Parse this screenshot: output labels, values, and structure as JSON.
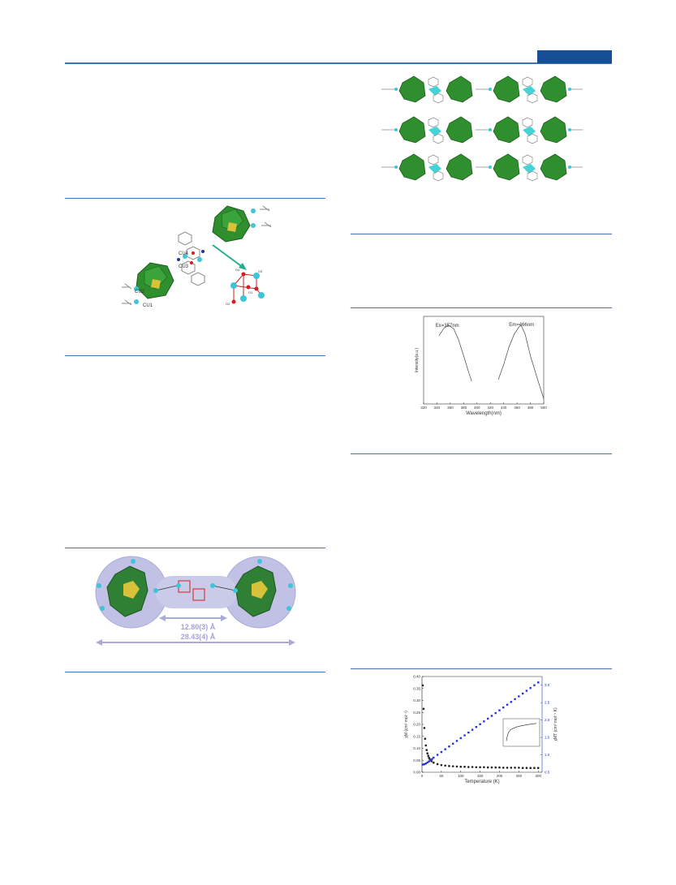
{
  "page": {
    "header_tab_color": "#174f97",
    "rule_color": "#3f73b8"
  },
  "fig1": {
    "labels": {
      "cu1": "CU1",
      "cu2": "CU2",
      "cu3": "CU3",
      "cu4": "CU4",
      "o1": "O1",
      "o2": "O2",
      "o3": "O3",
      "o4": "O4"
    },
    "colors": {
      "polyhedra": "#2f8f2f",
      "core": "#d8c23a",
      "cu": "#3cc6d8",
      "o": "#d02020",
      "arrow": "#20b090"
    }
  },
  "fig2": {
    "colors": {
      "polyhedra": "#2f8f2f",
      "bridge": "#44d4d8",
      "ligand": "#8a8a8a"
    }
  },
  "fig3": {
    "colors": {
      "ellipsoid": "#a9aad9",
      "polyhedra": "#2f7f35",
      "cu": "#3cc6d8"
    },
    "inner_distance": "12.80(3) Å",
    "outer_distance": "28.43(4) Å"
  },
  "luminescence_chart": {
    "chart_data": {
      "type": "line",
      "xlabel": "Wavelength(nm)",
      "ylabel": "Intensity(a.u.)",
      "xlim": [
        320,
        500
      ],
      "x_ticks": [
        "320",
        "340",
        "360",
        "380",
        "400",
        "420",
        "440",
        "460",
        "480",
        "500"
      ],
      "annotations": [
        "Ex=357nm",
        "Em=466nm"
      ],
      "series": [
        {
          "x": [
            343,
            350,
            357,
            365,
            372,
            380,
            388,
            392
          ],
          "y": [
            0.78,
            0.86,
            0.9,
            0.86,
            0.74,
            0.55,
            0.35,
            0.26
          ]
        },
        {
          "x": [
            432,
            440,
            448,
            456,
            463,
            466,
            472,
            480,
            490,
            500
          ],
          "y": [
            0.28,
            0.45,
            0.65,
            0.8,
            0.88,
            0.9,
            0.8,
            0.55,
            0.3,
            0.06
          ]
        }
      ]
    }
  },
  "magnetic_chart": {
    "chart_data": {
      "type": "scatter",
      "xlabel": "Temperature (K)",
      "ylabel_left": "χM (cm³ mol⁻¹)",
      "ylabel_right": "χMT (cm³ mol⁻¹ K)",
      "xlim": [
        0,
        310
      ],
      "ylim_left": [
        0.0,
        0.4
      ],
      "ylim_right": [
        0.5,
        3.25
      ],
      "x_ticks": [
        "0",
        "50",
        "100",
        "150",
        "200",
        "250",
        "300"
      ],
      "y_left_ticks": [
        "0.00",
        "0.05",
        "0.10",
        "0.15",
        "0.20",
        "0.25",
        "0.30",
        "0.35",
        "0.40"
      ],
      "y_right_ticks": [
        "0.5",
        "1.0",
        "1.5",
        "2.0",
        "2.5",
        "3.0"
      ],
      "series": [
        {
          "name": "χM",
          "color": "#222222",
          "x": [
            2,
            4,
            6,
            8,
            10,
            12,
            14,
            16,
            18,
            20,
            25,
            30,
            40,
            50,
            60,
            70,
            80,
            90,
            100,
            110,
            120,
            130,
            140,
            150,
            160,
            170,
            180,
            190,
            200,
            210,
            220,
            230,
            240,
            250,
            260,
            270,
            280,
            290,
            300
          ],
          "y": [
            0.363,
            0.265,
            0.185,
            0.14,
            0.112,
            0.093,
            0.079,
            0.069,
            0.061,
            0.055,
            0.046,
            0.04,
            0.034,
            0.03,
            0.028,
            0.026,
            0.025,
            0.024,
            0.023,
            0.023,
            0.022,
            0.022,
            0.021,
            0.021,
            0.021,
            0.02,
            0.02,
            0.02,
            0.02,
            0.019,
            0.019,
            0.019,
            0.019,
            0.019,
            0.018,
            0.018,
            0.018,
            0.018,
            0.018
          ]
        },
        {
          "name": "χMT",
          "color": "#2233dd",
          "x": [
            2,
            6,
            10,
            14,
            18,
            22,
            26,
            30,
            40,
            50,
            60,
            70,
            80,
            90,
            100,
            110,
            120,
            130,
            140,
            150,
            160,
            170,
            180,
            190,
            200,
            210,
            220,
            230,
            240,
            250,
            260,
            270,
            280,
            290,
            300
          ],
          "y": [
            0.72,
            0.73,
            0.75,
            0.78,
            0.81,
            0.84,
            0.88,
            0.92,
            1.0,
            1.08,
            1.16,
            1.24,
            1.32,
            1.4,
            1.48,
            1.56,
            1.64,
            1.72,
            1.8,
            1.88,
            1.96,
            2.04,
            2.12,
            2.2,
            2.28,
            2.36,
            2.44,
            2.52,
            2.6,
            2.68,
            2.76,
            2.84,
            2.92,
            3.0,
            3.08
          ]
        }
      ],
      "inset": {
        "series": [
          {
            "x": [
              0,
              10,
              20,
              40,
              60,
              80,
              100,
              150,
              200,
              250,
              300
            ],
            "y": [
              0.1,
              0.35,
              0.5,
              0.62,
              0.68,
              0.72,
              0.76,
              0.82,
              0.86,
              0.9,
              0.93
            ]
          }
        ]
      }
    }
  }
}
